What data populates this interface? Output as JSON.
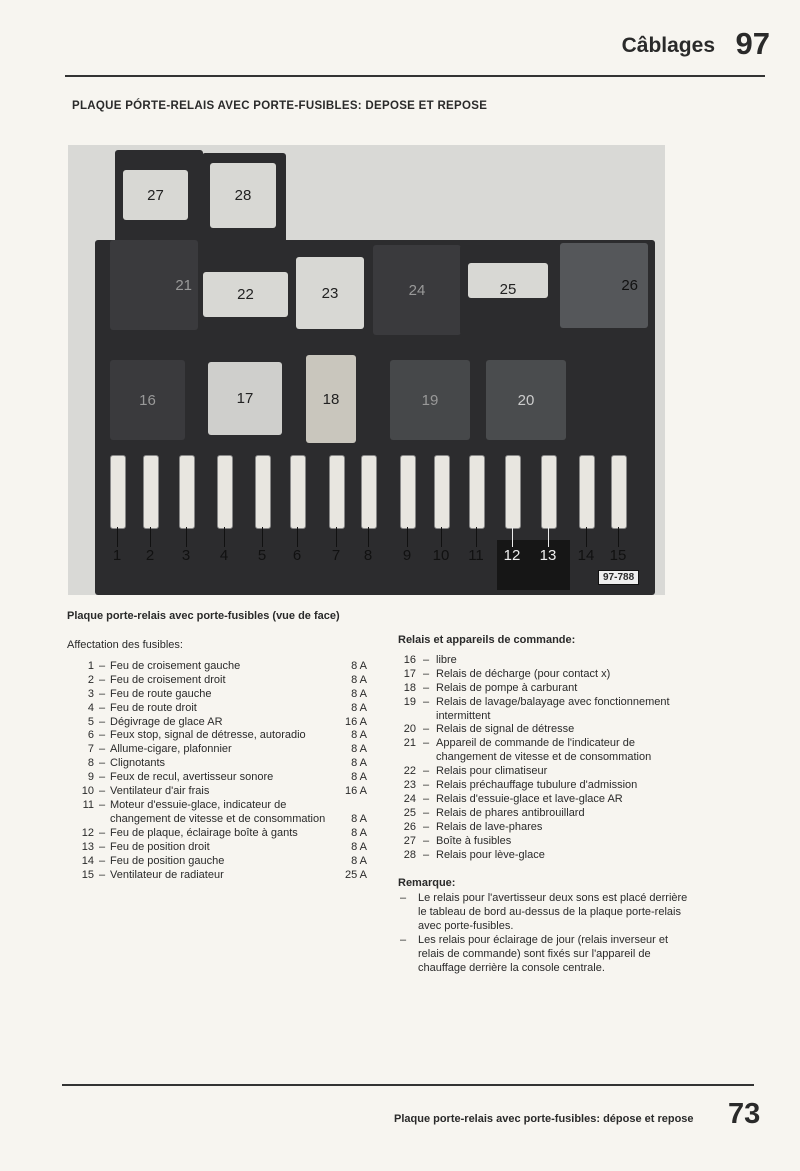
{
  "header": {
    "title": "Câblages",
    "page_number": "97"
  },
  "section_title": "PLAQUE PÓRTE-RELAIS AVEC PORTE-FUSIBLES: DEPOSE ET REPOSE",
  "photo": {
    "relay_labels": [
      "27",
      "28",
      "21",
      "22",
      "23",
      "24",
      "25",
      "26",
      "16",
      "17",
      "18",
      "19",
      "20"
    ],
    "fuse_labels": [
      "1",
      "2",
      "3",
      "4",
      "5",
      "6",
      "7",
      "8",
      "9",
      "10",
      "11",
      "12",
      "13",
      "14",
      "15"
    ],
    "code": "97-788"
  },
  "caption": "Plaque porte-relais avec porte-fusibles (vue de face)",
  "fuses": {
    "heading": "Affectation des fusibles:",
    "items": [
      {
        "n": "1",
        "t": "Feu de croisement gauche",
        "a": "8 A"
      },
      {
        "n": "2",
        "t": "Feu de croisement droit",
        "a": "8 A"
      },
      {
        "n": "3",
        "t": "Feu de route gauche",
        "a": "8 A"
      },
      {
        "n": "4",
        "t": "Feu de route droit",
        "a": "8 A"
      },
      {
        "n": "5",
        "t": "Dégivrage de glace AR",
        "a": "16 A"
      },
      {
        "n": "6",
        "t": "Feux stop, signal de détresse, autoradio",
        "a": "8 A"
      },
      {
        "n": "7",
        "t": "Allume-cigare, plafonnier",
        "a": "8 A"
      },
      {
        "n": "8",
        "t": "Clignotants",
        "a": "8 A"
      },
      {
        "n": "9",
        "t": "Feux de recul, avertisseur sonore",
        "a": "8 A"
      },
      {
        "n": "10",
        "t": "Ventilateur d'air frais",
        "a": "16 A"
      },
      {
        "n": "11",
        "t": "Moteur d'essuie-glace, indicateur de changement de vitesse et de consommation",
        "a": "8 A"
      },
      {
        "n": "12",
        "t": "Feu de plaque, éclairage boîte à gants",
        "a": "8 A"
      },
      {
        "n": "13",
        "t": "Feu de position droit",
        "a": "8 A"
      },
      {
        "n": "14",
        "t": "Feu de position gauche",
        "a": "8 A"
      },
      {
        "n": "15",
        "t": "Ventilateur de radiateur",
        "a": "25 A"
      }
    ]
  },
  "relays": {
    "heading": "Relais et appareils de commande:",
    "items": [
      {
        "n": "16",
        "t": "libre"
      },
      {
        "n": "17",
        "t": "Relais de décharge (pour contact x)"
      },
      {
        "n": "18",
        "t": "Relais de pompe à carburant"
      },
      {
        "n": "19",
        "t": "Relais de lavage/balayage avec fonctionnement intermittent"
      },
      {
        "n": "20",
        "t": "Relais de signal de détresse"
      },
      {
        "n": "21",
        "t": "Appareil de commande de l'indicateur de changement de vitesse et de consommation"
      },
      {
        "n": "22",
        "t": "Relais pour climatiseur"
      },
      {
        "n": "23",
        "t": "Relais préchauffage tubulure d'admission"
      },
      {
        "n": "24",
        "t": "Relais d'essuie-glace et lave-glace AR"
      },
      {
        "n": "25",
        "t": "Relais de phares antibrouillard"
      },
      {
        "n": "26",
        "t": "Relais de lave-phares"
      },
      {
        "n": "27",
        "t": "Boîte à fusibles"
      },
      {
        "n": "28",
        "t": "Relais pour lève-glace"
      }
    ]
  },
  "remarks": {
    "heading": "Remarque:",
    "items": [
      "Le relais pour l'avertisseur deux sons est placé derrière le tableau de bord au-dessus de la plaque porte-relais avec porte-fusibles.",
      "Les relais pour éclairage de jour (relais inverseur et relais de commande) sont fixés sur l'appareil de chauffage derrière la console centrale."
    ]
  },
  "footer": {
    "title": "Plaque porte-relais avec porte-fusibles: dépose et repose",
    "page_number": "73"
  }
}
